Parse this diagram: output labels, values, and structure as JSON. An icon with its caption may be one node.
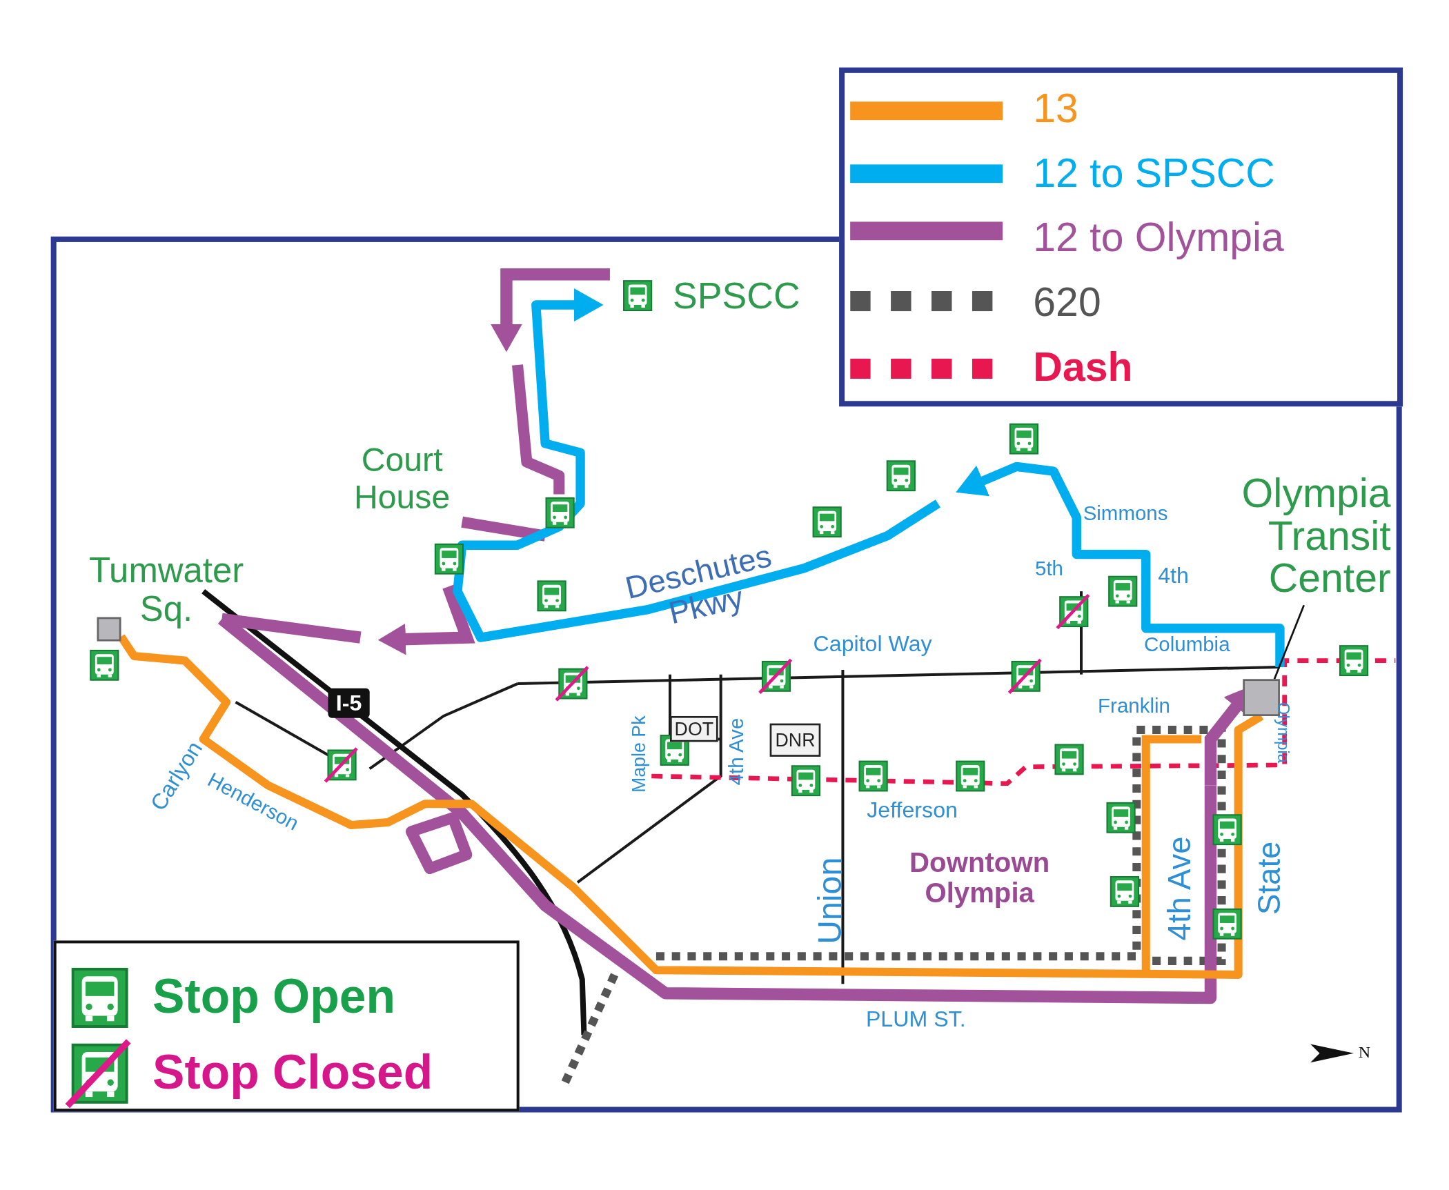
{
  "diagram": {
    "nodes": [
      {
        "text": [
          "Olympia Transit Center"
        ]
      },
      {
        "text": [],
        "shape": "box",
        "beside": [
          "Tumwater Sq."
        ]
      },
      {
        "text": [
          "I-5"
        ]
      },
      {
        "text": [],
        "shape": "box"
      },
      {
        "text": [
          "DOT"
        ]
      },
      {
        "text": [
          "DNR"
        ]
      }
    ],
    "edges": [
      {
        "from": 0,
        "to": 3,
        "arrow": "none"
      },
      {
        "from": 1,
        "to": 3,
        "arrow": "none",
        "style": "thick",
        "color": "#f7941d"
      }
    ],
    "labels": [
      "SPSCC",
      "Court House",
      "Simmons",
      "Deschutes Pkwy",
      "5th",
      "4th",
      "Capitol Way",
      "Columbia",
      "Franklin",
      "Maple Pk",
      "4th Ave",
      "Olympia",
      "Carlyon",
      "Henderson",
      "Jefferson",
      "Union",
      "Downtown Olympia",
      "4th Ave",
      "State",
      "PLUM ST.",
      "N"
    ],
    "legend": [
      {
        "text": "13",
        "color": "#f7941d"
      },
      {
        "text": "12 to SPSCC",
        "color": "#00aeef"
      },
      {
        "text": "12 to Olympia",
        "color": "#a2519b"
      },
      {
        "text": "620"
      },
      {
        "text": "Dash"
      },
      {
        "text": "Stop Open"
      },
      {
        "text": "Stop Closed"
      }
    ]
  }
}
